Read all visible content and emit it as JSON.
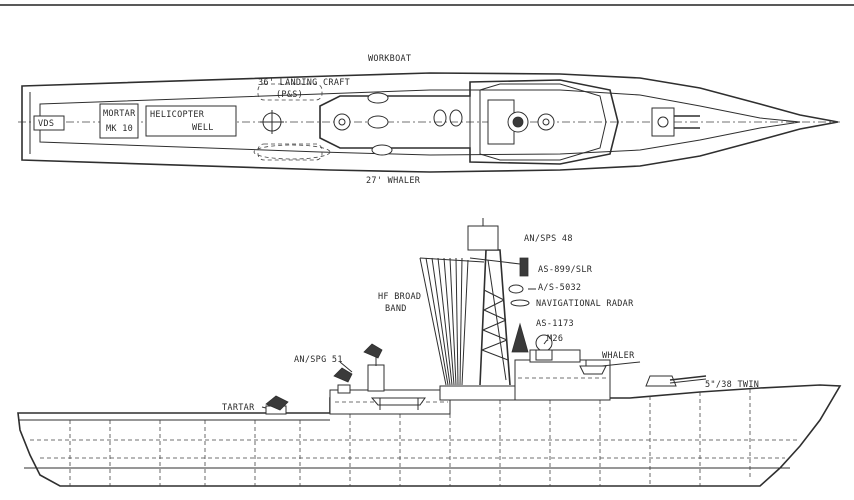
{
  "plan_view": {
    "labels": {
      "workboat": "WORKBOAT",
      "landing_craft": "36' LANDING CRAFT",
      "landing_craft_sub": "(P&S)",
      "whaler": "27' WHALER",
      "vds": "VDS",
      "mortar_line1": "MORTAR",
      "mortar_line2": "MK 10",
      "helicopter_line1": "HELICOPTER",
      "helicopter_line2": "WELL"
    }
  },
  "profile_view": {
    "labels": {
      "an_sps_48": "AN/SPS 48",
      "as_899": "AS-899/SLR",
      "as_5032": "A/S-5032",
      "nav_radar": "NAVIGATIONAL RADAR",
      "as_1173": "AS-1173",
      "m26": "M26",
      "whaler": "WHALER",
      "gun": "5\"/38 TWIN",
      "hf_line1": "HF BROAD",
      "hf_line2": "BAND",
      "an_spg_51": "AN/SPG 51",
      "tartar": "TARTAR"
    }
  }
}
